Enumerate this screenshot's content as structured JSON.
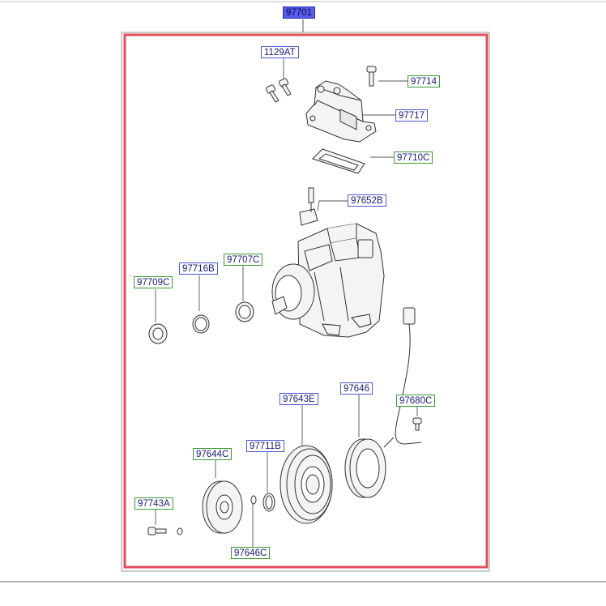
{
  "diagram": {
    "assembly_label": "97701",
    "part_labels": {
      "p1129AT": "1129AT",
      "p97714": "97714",
      "p97717": "97717",
      "p97710C": "97710C",
      "p97652B": "97652B",
      "p97707C": "97707C",
      "p97716B": "97716B",
      "p97709C": "97709C",
      "p97643E": "97643E",
      "p97646": "97646",
      "p97680C": "97680C",
      "p97711B": "97711B",
      "p97644C": "97644C",
      "p97743A": "97743A",
      "p97646C": "97646C"
    }
  },
  "colors": {
    "frame_red": "#e0505a",
    "label_blue": "#4a58d8",
    "label_green": "#3c9a36",
    "title_fill": "#5a5cf0"
  }
}
